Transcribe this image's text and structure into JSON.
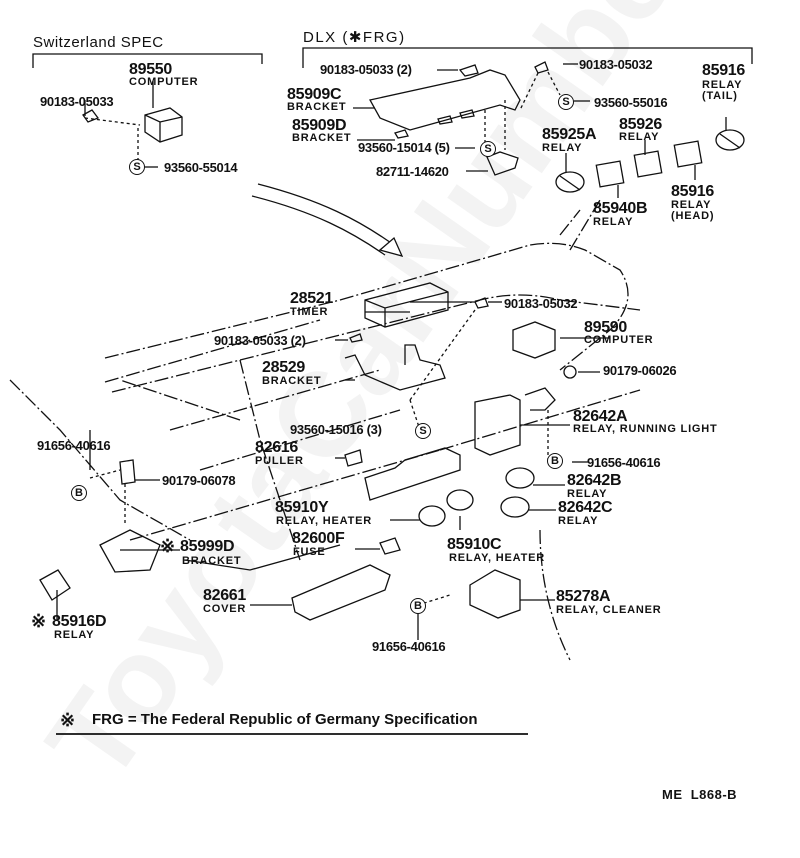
{
  "watermark": "ToyotaCarNumbers",
  "sections": {
    "switzerland": {
      "title": "Switzerland SPEC"
    },
    "dlx": {
      "title": "DLX (✱FRG)"
    }
  },
  "parts": {
    "p89550": {
      "number": "89550",
      "name": "COMPUTER"
    },
    "p90183_05033_sw": {
      "number": "90183-05033"
    },
    "p93560_55014": {
      "number": "93560-55014"
    },
    "p90183_05033_2_top": {
      "number": "90183-05033 (2)"
    },
    "p90183_05032_top": {
      "number": "90183-05032"
    },
    "p85916_tail": {
      "number": "85916",
      "name": "RELAY",
      "name2": "(TAIL)"
    },
    "p85909C": {
      "number": "85909C",
      "name": "BRACKET"
    },
    "p85909D": {
      "number": "85909D",
      "name": "BRACKET"
    },
    "p93560_55016": {
      "number": "93560-55016"
    },
    "p93560_15014": {
      "number": "93560-15014 (5)"
    },
    "p82711": {
      "number": "82711-14620"
    },
    "p85925A": {
      "number": "85925A",
      "name": "RELAY"
    },
    "p85926": {
      "number": "85926",
      "name": "RELAY"
    },
    "p85916_head": {
      "number": "85916",
      "name": "RELAY",
      "name2": "(HEAD)"
    },
    "p85940B": {
      "number": "85940B",
      "name": "RELAY"
    },
    "p28521": {
      "number": "28521",
      "name": "TIMER"
    },
    "p90183_05032_mid": {
      "number": "90183-05032"
    },
    "p90183_05033_2_mid": {
      "number": "90183-05033 (2)"
    },
    "p28529": {
      "number": "28529",
      "name": "BRACKET"
    },
    "p89590": {
      "number": "89590",
      "name": "COMPUTER"
    },
    "p90179_06026": {
      "number": "90179-06026"
    },
    "p93560_15016": {
      "number": "93560-15016 (3)"
    },
    "p82642A": {
      "number": "82642A",
      "name": "RELAY, RUNNING LIGHT"
    },
    "p91656_left": {
      "number": "91656-40616"
    },
    "p82616": {
      "number": "82616",
      "name": "PULLER"
    },
    "p91656_right": {
      "number": "91656-40616"
    },
    "p90179_06078": {
      "number": "90179-06078"
    },
    "p82642B": {
      "number": "82642B",
      "name": "RELAY"
    },
    "p85910Y": {
      "number": "85910Y",
      "name": "RELAY, HEATER"
    },
    "p82642C": {
      "number": "82642C",
      "name": "RELAY"
    },
    "p85999D": {
      "number": "85999D",
      "name": "BRACKET",
      "mark": "※"
    },
    "p82600F": {
      "number": "82600F",
      "name": "FUSE"
    },
    "p85910C": {
      "number": "85910C",
      "name": "RELAY, HEATER"
    },
    "p82661": {
      "number": "82661",
      "name": "COVER"
    },
    "p85278A": {
      "number": "85278A",
      "name": "RELAY, CLEANER"
    },
    "p85916D": {
      "number": "85916D",
      "name": "RELAY",
      "mark": "※"
    },
    "p91656_bottom": {
      "number": "91656-40616"
    }
  },
  "symbols": {
    "s": "S",
    "b": "B"
  },
  "footnote": {
    "mark": "※",
    "text": "FRG = The Federal Republic of Germany Specification"
  },
  "diagram_code": "ME  L868-B"
}
